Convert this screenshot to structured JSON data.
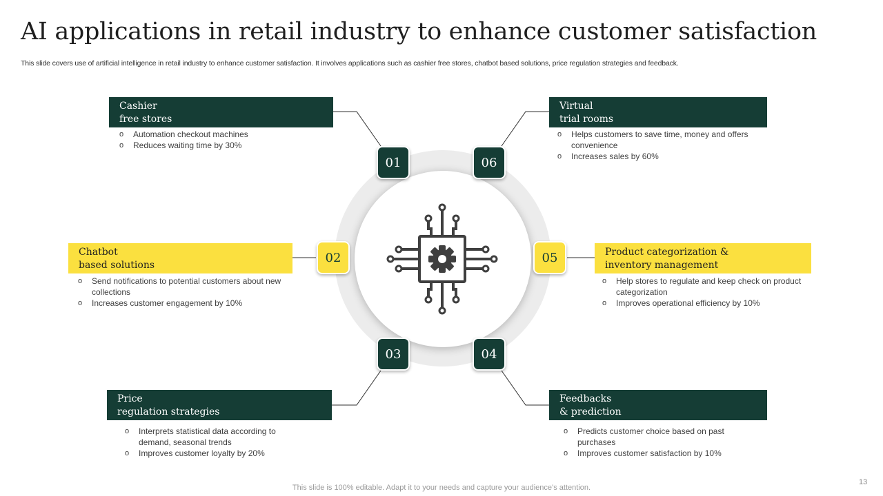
{
  "slide": {
    "title": "AI applications in retail industry to enhance customer satisfaction",
    "subtitle": "This slide covers use of artificial intelligence in retail industry to enhance customer satisfaction. It involves applications such as cashier free stores, chatbot based solutions, price regulation strategies and feedback.",
    "footer": "This slide is 100% editable. Adapt it to your needs and capture your audience’s attention.",
    "page_number": "13"
  },
  "center": {
    "icon": "ai-chip-gear-icon"
  },
  "colors": {
    "dark_green": "#153d35",
    "yellow": "#fbe03f",
    "ring": "#ececec"
  },
  "items": [
    {
      "number": "01",
      "title_line1": "Cashier",
      "title_line2": "free stores",
      "bullets": [
        "Automation checkout machines",
        "Reduces waiting time by 30%"
      ]
    },
    {
      "number": "02",
      "title_line1": "Chatbot",
      "title_line2": "based solutions",
      "bullets": [
        "Send notifications to potential customers about new collections",
        "Increases customer engagement  by 10%"
      ]
    },
    {
      "number": "03",
      "title_line1": "Price",
      "title_line2": "regulation strategies",
      "bullets": [
        "Interprets  statistical data according to demand,  seasonal trends",
        "Improves  customer loyalty by 20%"
      ]
    },
    {
      "number": "04",
      "title_line1": "Feedbacks",
      "title_line2": "& prediction",
      "bullets": [
        "Predicts customer choice based on past purchases",
        "Improves  customer satisfaction by 10%"
      ]
    },
    {
      "number": "05",
      "title_line1": "Product categorization &",
      "title_line2": "inventory management",
      "bullets": [
        "Help stores to regulate  and  keep check on product categorization",
        "Improves  operational  efficiency by 10%"
      ]
    },
    {
      "number": "06",
      "title_line1": "Virtual",
      "title_line2": "trial rooms",
      "bullets": [
        "Helps customers to save time, money and offers convenience",
        "Increases sales by 60%"
      ]
    }
  ]
}
